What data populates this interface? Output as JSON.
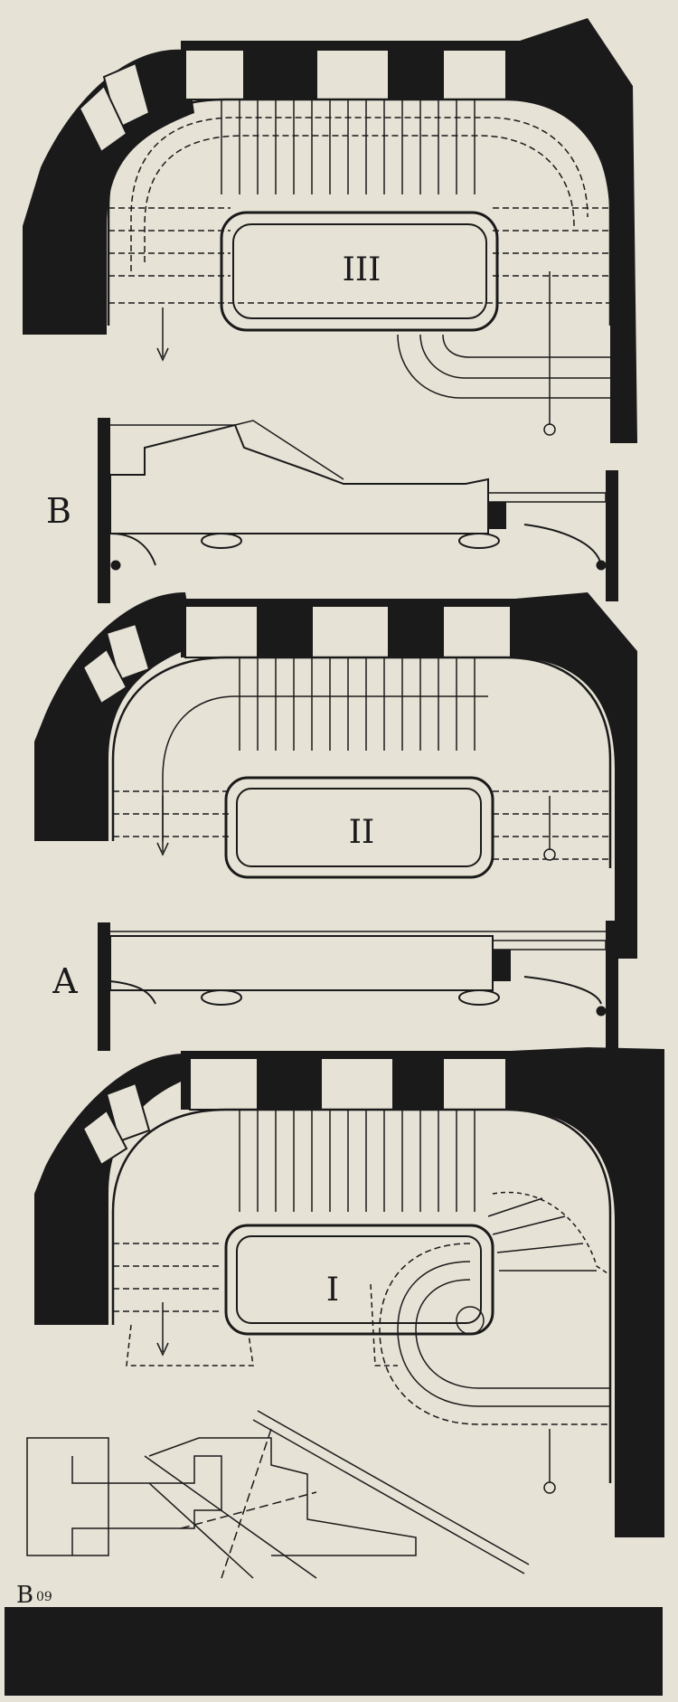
{
  "labels": {
    "plan_iii": "III",
    "plan_ii": "II",
    "plan_i": "I",
    "section_b": "B",
    "section_a": "A",
    "monogram": "B",
    "year": "09"
  },
  "colors": {
    "paper": "#e7e2d6",
    "ink": "#1a1a1a"
  }
}
